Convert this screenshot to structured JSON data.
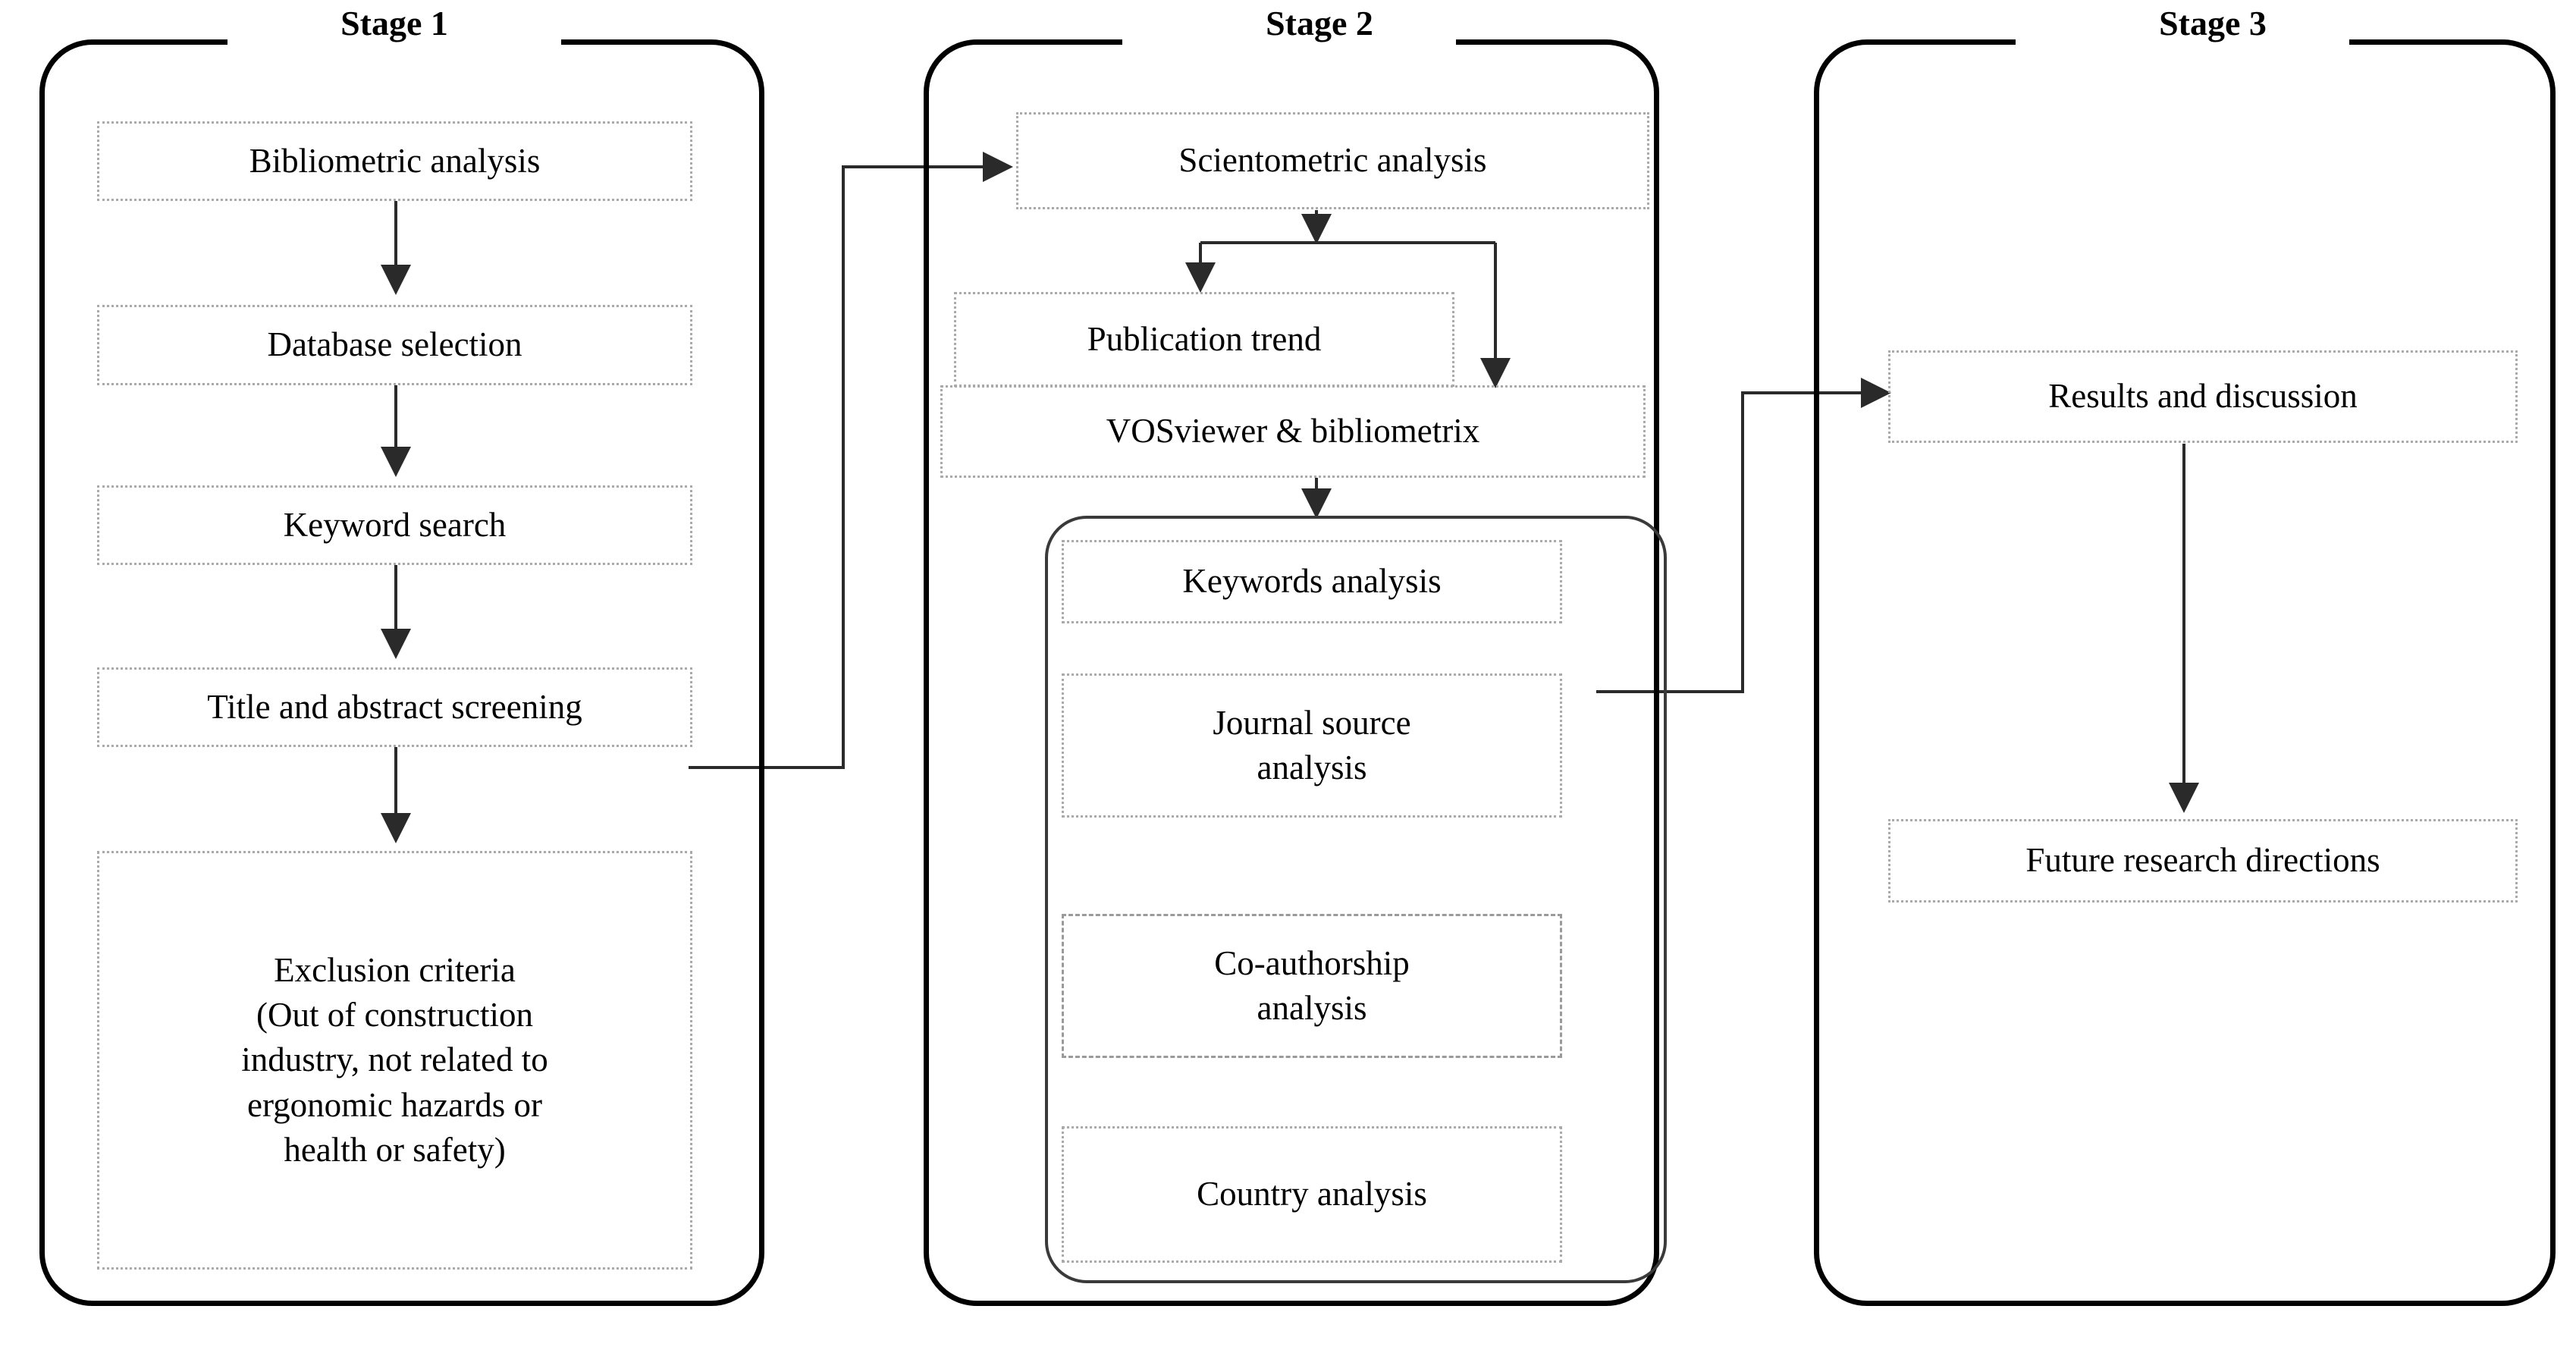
{
  "diagram": {
    "title": "Three-stage bibliometric and scientometric research methodology flowchart",
    "stages": [
      {
        "id": "stage-1",
        "label": "Stage 1",
        "steps": [
          {
            "id": "bibliometric-analysis",
            "text": "Bibliometric analysis"
          },
          {
            "id": "database-selection",
            "text": "Database selection"
          },
          {
            "id": "keyword-search",
            "text": "Keyword search"
          },
          {
            "id": "title-abstract-screening",
            "text": "Title and abstract screening"
          },
          {
            "id": "exclusion-criteria",
            "text": "Exclusion criteria (Out of construction industry, not related to ergonomic hazards or health or safety)",
            "lines": [
              "Exclusion criteria",
              "(Out of construction",
              "industry, not related to",
              "ergonomic hazards or",
              "health or safety)"
            ]
          }
        ]
      },
      {
        "id": "stage-2",
        "label": "Stage 2",
        "steps": [
          {
            "id": "scientometric-analysis",
            "text": "Scientometric analysis"
          },
          {
            "id": "publication-trend",
            "text": "Publication trend"
          },
          {
            "id": "vosviewer-bibliometrix",
            "text": "VOSviewer & bibliometrix"
          }
        ],
        "subgroup": {
          "id": "tool-analyses",
          "steps": [
            {
              "id": "keywords-analysis",
              "text": "Keywords analysis",
              "lines": [
                "Keywords analysis"
              ]
            },
            {
              "id": "journal-source-analysis",
              "text": "Journal source analysis",
              "lines": [
                "Journal source",
                "analysis"
              ]
            },
            {
              "id": "co-authorship-analysis",
              "text": "Co-authorship analysis",
              "lines": [
                "Co-authorship",
                "analysis"
              ]
            },
            {
              "id": "country-analysis",
              "text": "Country analysis",
              "lines": [
                "Country analysis"
              ]
            }
          ]
        }
      },
      {
        "id": "stage-3",
        "label": "Stage 3",
        "steps": [
          {
            "id": "results-and-discussion",
            "text": "Results and discussion"
          },
          {
            "id": "future-research-directions",
            "text": "Future research directions"
          }
        ]
      }
    ],
    "colors": {
      "stage_border": "#000000",
      "box_border": "#aaaaaa",
      "subframe_border": "#3a3a3a",
      "connector": "#2a2a2a",
      "text": "#000000",
      "background": "#ffffff"
    }
  }
}
